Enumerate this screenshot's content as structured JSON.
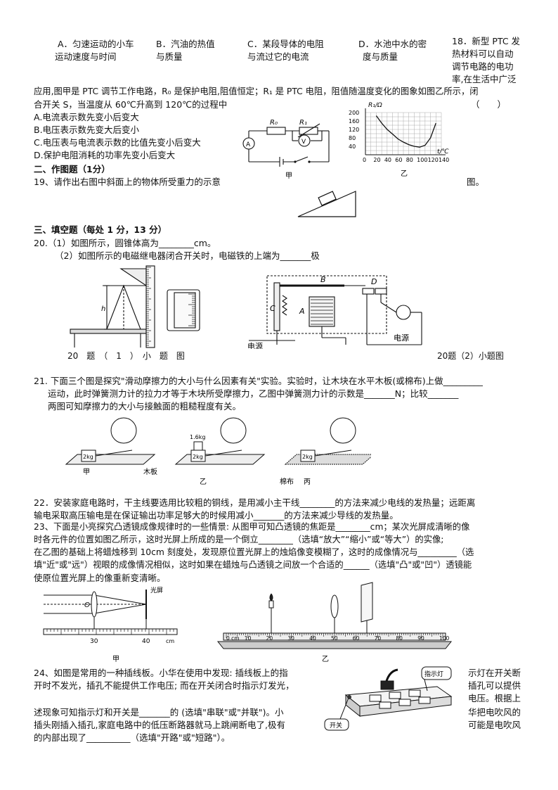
{
  "q17": {
    "optA": [
      "A．匀速运动的小车",
      "运动速度与时间"
    ],
    "optB": [
      "B．汽油的热值",
      "与质量"
    ],
    "optC": [
      "C．某段导体的电阻",
      "与流过它的电流"
    ],
    "optD": [
      "D．水池中水的密",
      "度与质量"
    ]
  },
  "q18": {
    "right_lines": [
      "18．新型 PTC 发",
      "热材料可以自动",
      "调节电路的电功",
      "率,在生活中广泛"
    ],
    "line1": "应用,图甲是 PTC 调节工作电路，R₀ 是保护电阻,阻值恒定；R₁ 是 PTC 电阻，阻值随温度变化的图象如图乙所示，闭",
    "line2": "合开关 S，当温度从 60℃升高到 120℃的过程中",
    "paren": "（　　）",
    "optA": "A.电流表示数先变小后变大",
    "optB": "B.电压表示数先变大后变小",
    "optC": "C.电压表与电流表示数的比值先变小后变大",
    "optD": "D.保护电阻消耗的功率先变小后变大",
    "fig_jia": "甲",
    "fig_yi": "乙",
    "circuit_R0": "R₀",
    "circuit_R1": "R₁",
    "circuit_V": "V",
    "circuit_A": "A",
    "chart_ylabel": "R₁/Ω",
    "chart_xlabel": "t/℃"
  },
  "chart_data": {
    "type": "line",
    "title": "",
    "xlabel": "t/℃",
    "ylabel": "R₁/Ω",
    "xlim": [
      0,
      140
    ],
    "ylim": [
      0,
      200
    ],
    "x_ticks": [
      "0",
      "20",
      "40",
      "60",
      "80",
      "100",
      "120",
      "140"
    ],
    "y_ticks": [
      "40",
      "80",
      "120",
      "160",
      "200"
    ],
    "grid": true,
    "series": [
      {
        "x": [
          20,
          30,
          40,
          50,
          60,
          70,
          80,
          90,
          100,
          110,
          120,
          130
        ],
        "y": [
          185,
          150,
          120,
          98,
          75,
          60,
          48,
          40,
          36,
          45,
          80,
          150
        ]
      }
    ]
  },
  "sec2": {
    "heading": "二、作图题（1分）",
    "q19": "19、请作出右图中斜面上的物体所受重力的示意",
    "q19_end": "图。"
  },
  "sec3": {
    "heading": "三、填空题（每处 1 分，13 分）",
    "q20_1": "20.（1）如图所示，圆锥体高为________cm。",
    "q20_2": "（2）如图所示的电磁继电器闭合开关时，电磁铁的上端为_______极",
    "cap1": "20　题　（　1　）　小　题　图",
    "cap2": "20题（2）小题图",
    "relay_B": "B",
    "relay_D": "D",
    "relay_C": "C",
    "relay_A": "A",
    "relay_src1": "电源",
    "relay_src2": "电源",
    "cone_h": "h"
  },
  "q21": {
    "line1": "21.  下面三个图是探究\"滑动摩擦力的大小与什么因素有关\"实验。实验时，让木块在水平木板(或棉布)上做_________",
    "line2": "运动，此时弹簧测力计的拉力才等于木块所受摩擦力，乙图中弹簧测力计的示数是_______N；比较_______",
    "line3": "两图可知摩擦力的大小与接触面的粗糙程度有关。",
    "jia": "甲",
    "yi": "乙",
    "bing": "丙",
    "wood": "木板",
    "cloth": "棉布",
    "block": "2kg",
    "weight": "1.6kg"
  },
  "q22": {
    "line1": "22．安装家庭电路时，干主线要选用比较粗的铜线，是用减小主干线________的方法来减少电线的发热量；远距离",
    "line2": "输电采取高压输电是在保证输出功率足够大的时候用减小_______的方法来减少导线的发热量。"
  },
  "q23": {
    "line1": "23、下面是小亮探究凸透镜成像规律时的一些情景: 从图甲可知凸透镜的焦距是________cm；某次光屏成清晰的像",
    "line2": "时各元件的位置如图乙所示，这时光屏上所成的是一个倒立________（选填“放大”“缩小”或“等大”）的实像;",
    "line3": "在乙图的基础上将蜡烛移到 10cm 刻度处，发现原位置光屏上的烛焰像变模糊了，这时的成像情况与_________（选",
    "line4": "填\"近\"或\"远\"）视眼的成像情况相似，这时如果在蜡烛与凸透镜之间放一个合适的______（选填\"凸\"或\"凹\"）透镜能",
    "line5": "使原位置光屏上的像重新变清晰。",
    "screen": "光屏",
    "O": "O",
    "jia": "甲",
    "yi": "乙",
    "tick30": "30",
    "tick40": "40",
    "cm": "cm",
    "bench_ticks": [
      "0 cm",
      "10",
      "20",
      "30",
      "40",
      "50",
      "60",
      "70",
      "80",
      "90",
      "100"
    ]
  },
  "q24": {
    "line1": "24、如图是常用的一种插线板。小华在使用中发现: 插线板上的指",
    "line1_end": "示灯在开关断",
    "line2": "开时不发光，插孔不能提供工作电压; 而在开关闭合时指示灯发光，",
    "line2_end": "插孔可以提供",
    "line3_end": "电压。根据上",
    "line4": "述现象可知指示灯和开关是_______的 (选填\"串联\"或\"并联\")。小",
    "line4_end": "华把电吹风的",
    "line5": "插头刚插入插孔,家庭电路中的低压断路器就马上跳闸断电了,极有",
    "line5_end": "可能是电吹风",
    "line6": "的内部出现了__________（选填\"开路\"或\"短路\"）。",
    "indicator": "指示灯",
    "switch": "开关"
  }
}
